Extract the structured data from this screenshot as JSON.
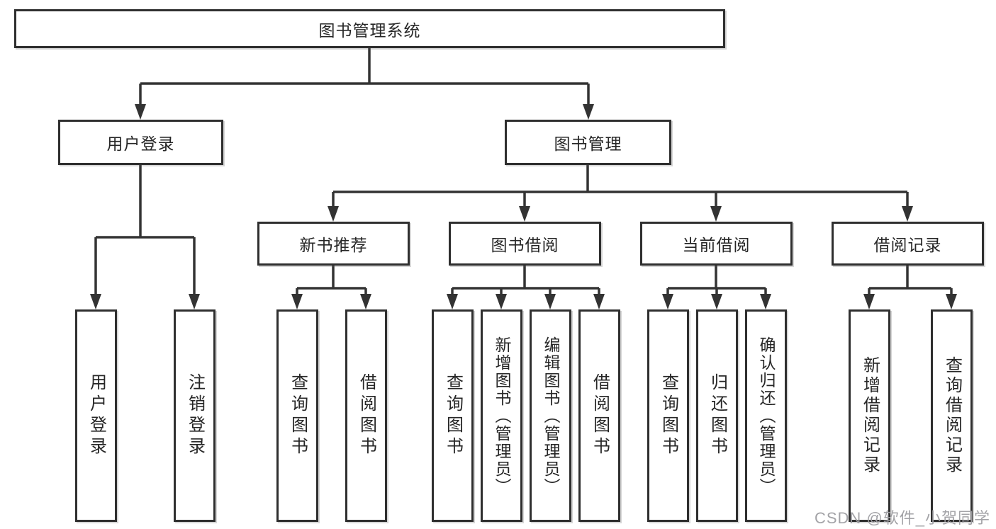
{
  "diagram": {
    "root": {
      "label": "图书管理系统"
    },
    "branches": [
      {
        "label": "用户登录",
        "children": [
          {
            "label": "用户登录"
          },
          {
            "label": "注销登录"
          }
        ]
      },
      {
        "label": "图书管理",
        "children": [
          {
            "label": "新书推荐",
            "children": [
              {
                "label": "查询图书"
              },
              {
                "label": "借阅图书"
              }
            ]
          },
          {
            "label": "图书借阅",
            "children": [
              {
                "label": "查询图书"
              },
              {
                "label": "新增图书（管理员）"
              },
              {
                "label": "编辑图书（管理员）"
              },
              {
                "label": "借阅图书"
              }
            ]
          },
          {
            "label": "当前借阅",
            "children": [
              {
                "label": "查询图书"
              },
              {
                "label": "归还图书"
              },
              {
                "label": "确认归还（管理员）"
              }
            ]
          },
          {
            "label": "借阅记录",
            "children": [
              {
                "label": "新增借阅记录"
              },
              {
                "label": "查询借阅记录"
              }
            ]
          }
        ]
      }
    ]
  },
  "colors": {
    "line": "#333333",
    "box_border": "#2f2f2f",
    "text": "#262626",
    "watermark": "#9e9ea2",
    "background": "#ffffff"
  },
  "watermark": {
    "text": "CSDN @软件_小贺同学"
  }
}
